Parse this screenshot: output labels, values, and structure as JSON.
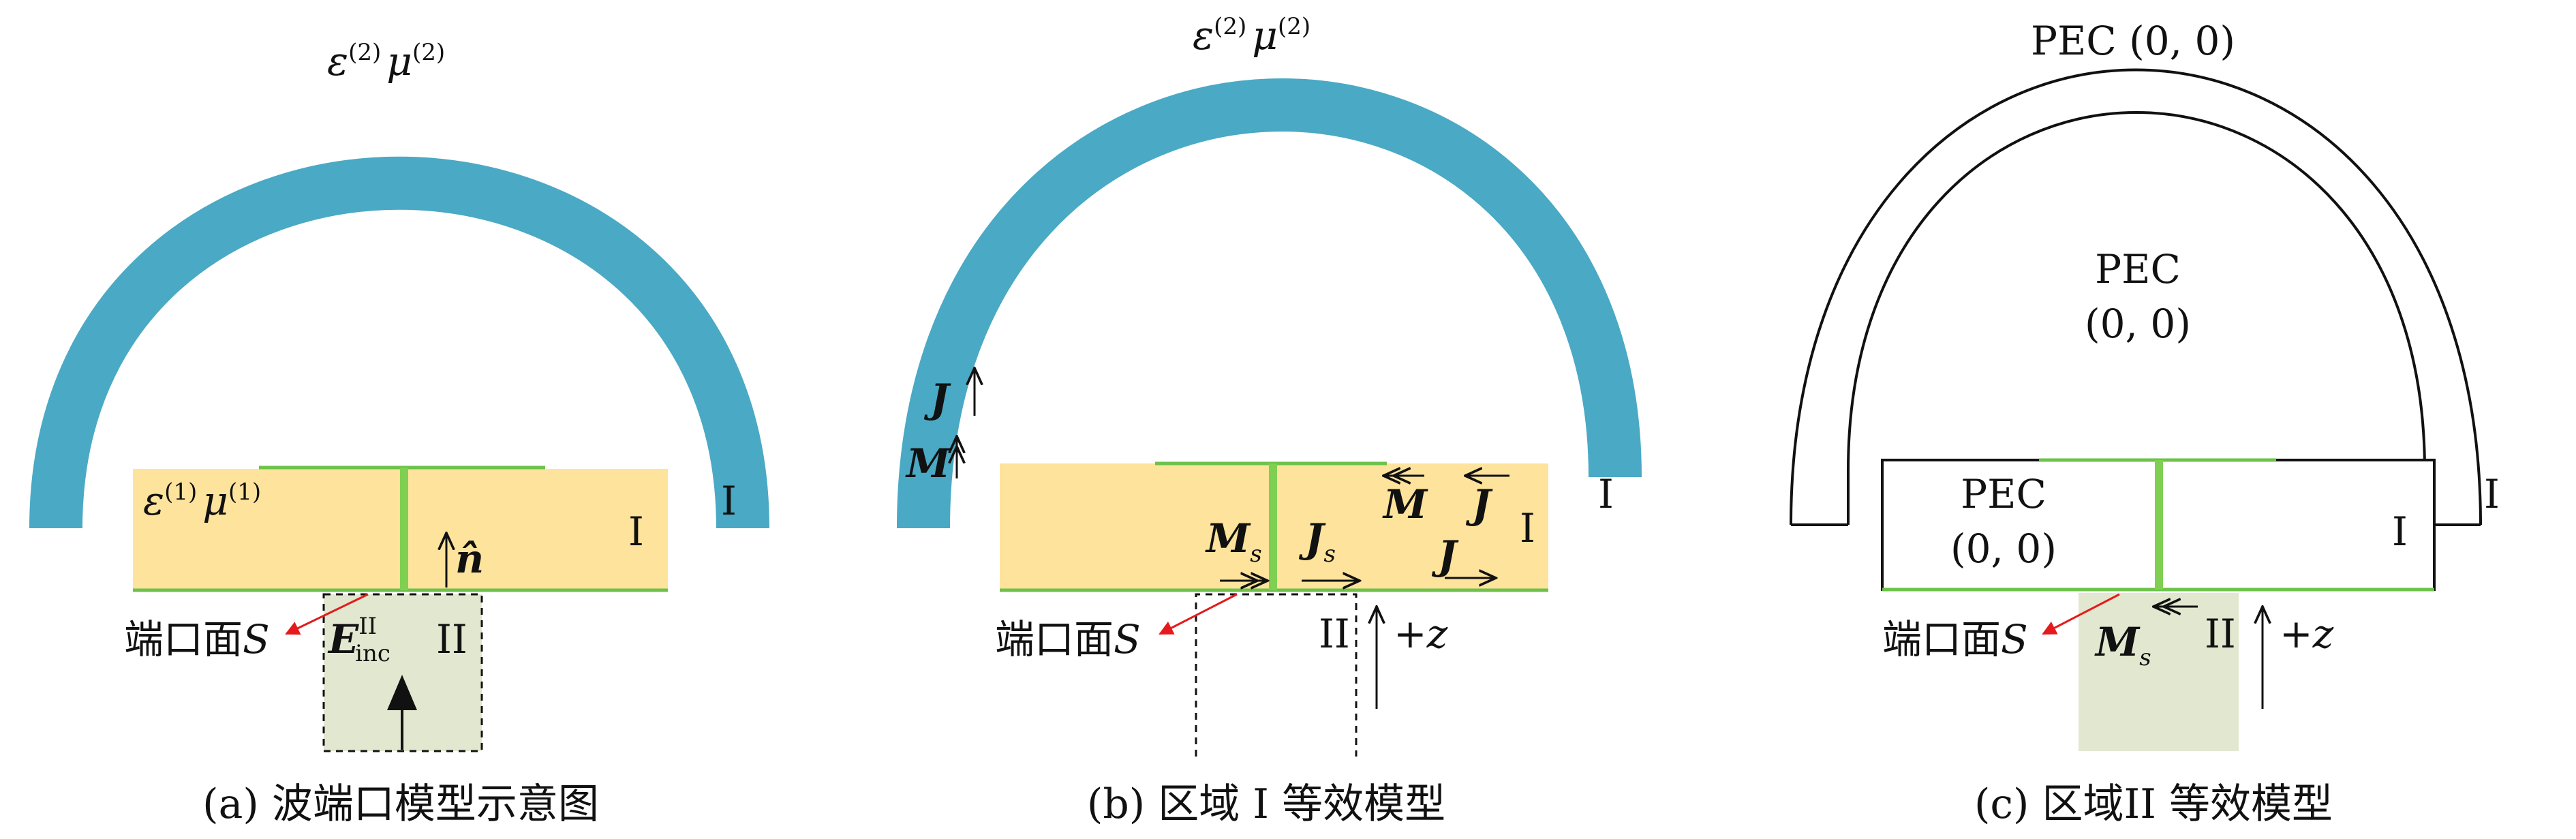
{
  "colors": {
    "dielectric": "#4aa9c4",
    "region1": "#fde39b",
    "region2": "#e1e8cf",
    "green_line": "#6cc24a",
    "arrow_red": "#e41a1c",
    "outline": "#111111"
  },
  "panel_a": {
    "caption": "(a) 波端口模型示意图",
    "arch_label_eps": "ε",
    "arch_label_eps_sup": "(2)",
    "arch_label_mu": "μ",
    "arch_label_mu_sup": "(2)",
    "box_label_eps": "ε",
    "box_label_eps_sup": "(1)",
    "box_label_mu": "μ",
    "box_label_mu_sup": "(1)",
    "region_I": "I",
    "region_I_box": "I",
    "region_II": "II",
    "normal_label": "n̂",
    "port_label": "端口面",
    "port_symbol": "S",
    "field_label": "E",
    "field_sup": "II",
    "field_sub": "inc"
  },
  "panel_b": {
    "caption": "(b) 区域 I 等效模型",
    "arch_label_eps": "ε",
    "arch_label_eps_sup": "(2)",
    "arch_label_mu": "μ",
    "arch_label_mu_sup": "(2)",
    "J_left": "J",
    "M_left": "M",
    "Ms_label": "M",
    "Ms_sub": "s",
    "Js_label": "J",
    "Js_sub": "s",
    "M_right": "M",
    "J_right": "J",
    "J_right_low": "J",
    "region_I": "I",
    "region_I_box": "I",
    "region_II": "II",
    "z_label": "+z",
    "port_label": "端口面",
    "port_symbol": "S"
  },
  "panel_c": {
    "caption": "(c) 区域II 等效模型",
    "arch_pec": "PEC (0, 0)",
    "inner_pec_1": "PEC",
    "inner_pec_2": "(0, 0)",
    "box_pec_1": "PEC",
    "box_pec_2": "(0, 0)",
    "region_I": "I",
    "region_I_box": "I",
    "region_II": "II",
    "Ms_label": "M",
    "Ms_sub": "s",
    "z_label": "+z",
    "port_label": "端口面",
    "port_symbol": "S"
  }
}
